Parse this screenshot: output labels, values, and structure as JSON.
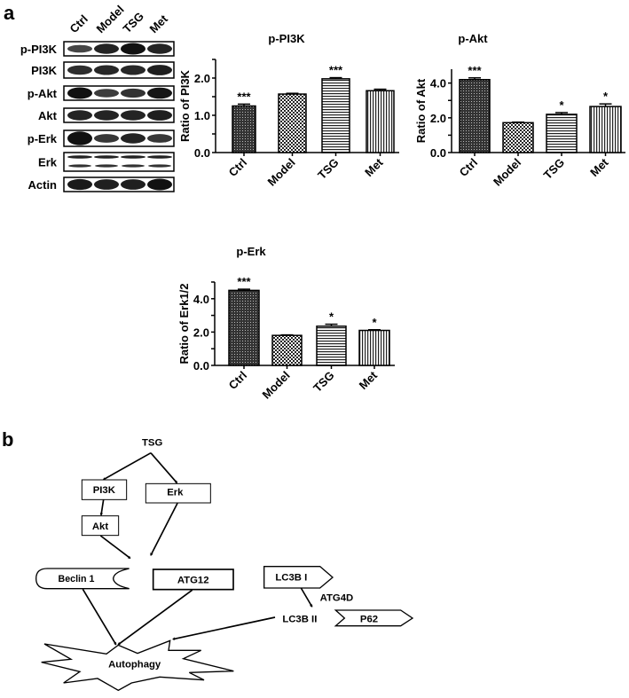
{
  "panel_labels": {
    "a": "a",
    "b": "b"
  },
  "blot": {
    "lanes": [
      "Ctrl",
      "Model",
      "TSG",
      "Met"
    ],
    "rows": [
      "p-PI3K",
      "PI3K",
      "p-Akt",
      "Akt",
      "p-Erk",
      "Erk",
      "Actin"
    ]
  },
  "chart_data": [
    {
      "type": "bar",
      "title": "p-PI3K",
      "ylabel": "Ratio of PI3K",
      "categories": [
        "Ctrl",
        "Model",
        "TSG",
        "Met"
      ],
      "values": [
        1.25,
        1.57,
        1.98,
        1.66
      ],
      "errors": [
        0.05,
        0.02,
        0.03,
        0.04
      ],
      "significance": [
        "***",
        "",
        "***",
        ""
      ],
      "ylim": [
        0,
        2.5
      ],
      "yticks": [
        "0.0",
        "1.0",
        "2.0"
      ],
      "patterns": [
        "crosshatch",
        "checker",
        "horizontal",
        "vertical"
      ]
    },
    {
      "type": "bar",
      "title": "p-Akt",
      "ylabel": "Ratio of Akt",
      "categories": [
        "Ctrl",
        "Model",
        "TSG",
        "Met"
      ],
      "values": [
        4.2,
        1.72,
        2.2,
        2.65
      ],
      "errors": [
        0.1,
        0.03,
        0.1,
        0.15
      ],
      "significance": [
        "***",
        "",
        "*",
        "*"
      ],
      "ylim": [
        0,
        4.8
      ],
      "yticks": [
        "0.0",
        "2.0",
        "4.0"
      ],
      "patterns": [
        "crosshatch",
        "checker",
        "horizontal",
        "vertical"
      ]
    },
    {
      "type": "bar",
      "title": "p-Erk",
      "ylabel": "Ratio of Erk1/2",
      "categories": [
        "Ctrl",
        "Model",
        "TSG",
        "Met"
      ],
      "values": [
        4.5,
        1.8,
        2.35,
        2.1
      ],
      "errors": [
        0.07,
        0.03,
        0.12,
        0.04
      ],
      "significance": [
        "***",
        "",
        "*",
        "*"
      ],
      "ylim": [
        0,
        5
      ],
      "yticks": [
        "0.0",
        "2.0",
        "4.0"
      ],
      "patterns": [
        "crosshatch",
        "checker",
        "horizontal",
        "vertical"
      ]
    }
  ],
  "diagram": {
    "tsg": "TSG",
    "pi3k": "PI3K",
    "erk": "Erk",
    "akt": "Akt",
    "beclin": "Beclin 1",
    "atg12": "ATG12",
    "lc3b1": "LC3B I",
    "atg4d": "ATG4D",
    "lc3b2": "LC3B II",
    "p62": "P62",
    "autophagy": "Autophagy"
  }
}
